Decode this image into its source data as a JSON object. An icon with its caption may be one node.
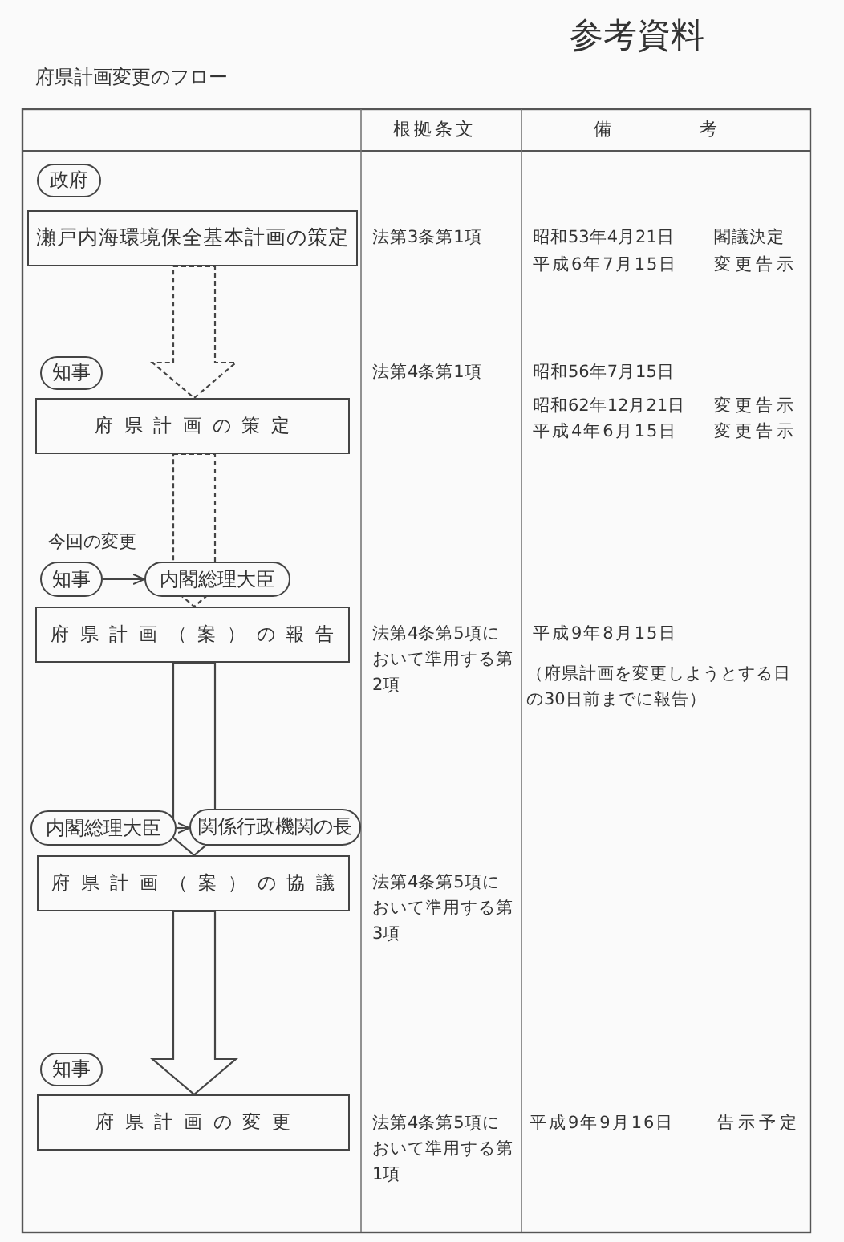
{
  "diagram": {
    "title": "府県計画変更のフロー",
    "nodes": [
      {
        "text": [
          "政府"
        ]
      },
      {
        "text": [
          "瀬戸内海環境保全基本計画の策定"
        ]
      },
      {
        "text": [
          "知事"
        ]
      },
      {
        "text": [
          "府県計画の策定"
        ]
      },
      {
        "text": [
          "知事"
        ]
      },
      {
        "text": [
          "内閣総理大臣"
        ]
      },
      {
        "text": [
          "府県計画（案）の報告"
        ]
      },
      {
        "text": [
          "内閣総理大臣"
        ]
      },
      {
        "text": [
          "関係行政機関の長"
        ]
      },
      {
        "text": [
          "府県計画（案）の協議"
        ]
      },
      {
        "text": [
          "知事"
        ]
      },
      {
        "text": [
          "府県計画の変更"
        ]
      }
    ],
    "edges": [
      {
        "from": 1,
        "to": 3,
        "arrow": "to",
        "style": "dashed"
      },
      {
        "from": 3,
        "to": 6,
        "arrow": "to",
        "style": "dashed"
      },
      {
        "from": 4,
        "to": 5,
        "arrow": "to"
      },
      {
        "from": 6,
        "to": 9,
        "arrow": "to"
      },
      {
        "from": 7,
        "to": 8,
        "arrow": "to"
      },
      {
        "from": 9,
        "to": 11,
        "arrow": "to"
      }
    ],
    "labels": [
      "参考資料",
      "根拠条文",
      "備考",
      "法第3条第1項",
      "昭和53年4月21日",
      "閣議決定",
      "平成6年7月15日",
      "変更告示",
      "法第4条第1項",
      "昭和56年7月15日",
      "昭和62年12月21日",
      "変更告示",
      "平成4年6月15日",
      "変更告示",
      "今回の変更",
      "法第4条第5項において準用する第2項",
      "平成9年8月15日",
      "（府県計画を変更しようとする日の30日前までに報告）",
      "法第4条第5項において準用する第3項",
      "法第4条第5項において準用する第1項",
      "平成9年9月16日",
      "告示予定"
    ]
  }
}
